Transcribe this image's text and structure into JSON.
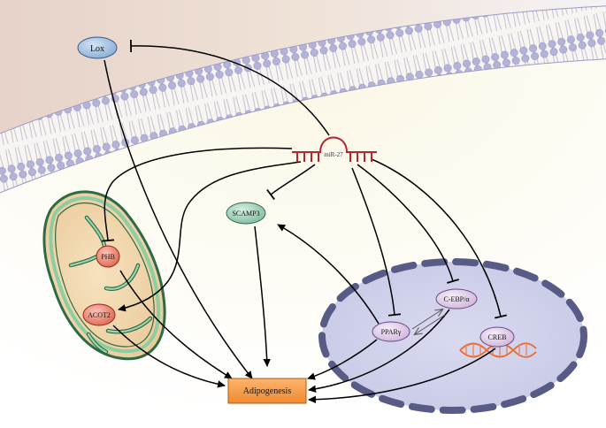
{
  "nodes": {
    "lox": "Lox",
    "mirna": "miR-27",
    "scamp3": "SCAMP3",
    "phb": "PHB",
    "acot2": "ACOT2",
    "ppar": "PPARγ",
    "cebp": "C-EBP/α",
    "creb": "CREB",
    "adipogenesis": "Adipogenesis"
  },
  "colors": {
    "node_blue": "#8fb4da",
    "node_green": "#8cc7ac",
    "node_red": "#e8705f",
    "node_purple": "#dcc6e6",
    "node_orange": "#f79b45",
    "mirna_red": "#b8242c",
    "mitochondria_fill": "#f2d7ad",
    "mitochondria_membrane": "#6fb98b",
    "nucleus_fill": "#cfd0ea",
    "nucleus_border": "#575b85",
    "lipid_head": "#b9b8da",
    "dna_orange": "#ee6a2c"
  }
}
